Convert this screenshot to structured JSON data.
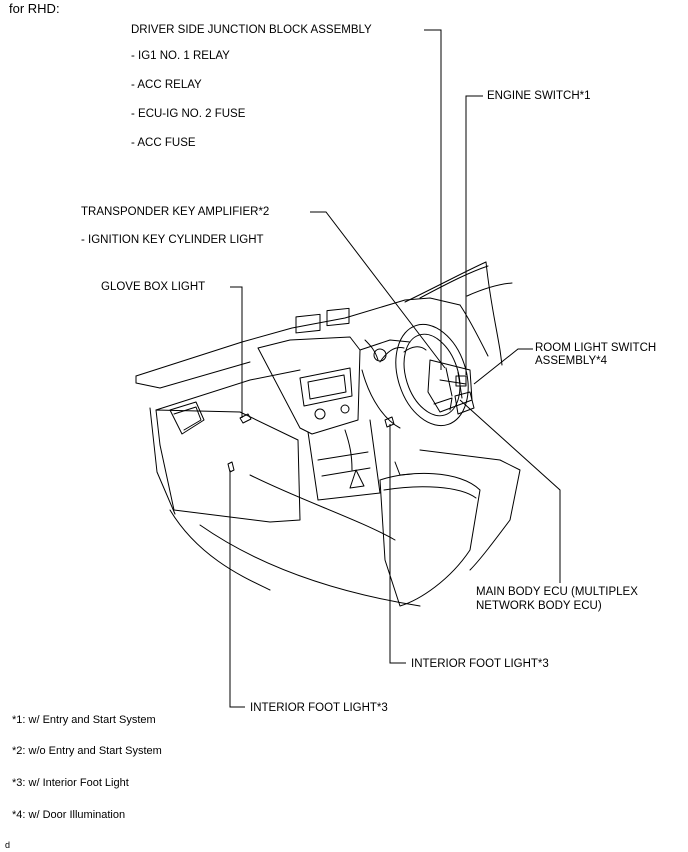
{
  "header": {
    "title": "for RHD:"
  },
  "labels": {
    "junction_block": "DRIVER SIDE JUNCTION BLOCK ASSEMBLY",
    "junction_items": [
      "- IG1 NO. 1 RELAY",
      "- ACC RELAY",
      "- ECU-IG NO. 2 FUSE",
      "- ACC FUSE"
    ],
    "engine_switch": "ENGINE SWITCH*1",
    "transponder": "TRANSPONDER KEY AMPLIFIER*2",
    "ignition_light": "- IGNITION KEY CYLINDER LIGHT",
    "glove_box": "GLOVE BOX LIGHT",
    "room_light_switch_1": "ROOM LIGHT SWITCH",
    "room_light_switch_2": "ASSEMBLY*4",
    "main_body_ecu_1": "MAIN BODY ECU (MULTIPLEX",
    "main_body_ecu_2": "NETWORK BODY ECU)",
    "foot_light_right": "INTERIOR FOOT LIGHT*3",
    "foot_light_left": "INTERIOR FOOT LIGHT*3"
  },
  "notes": [
    "*1: w/ Entry and Start System",
    "*2: w/o Entry and Start System",
    "*3: w/ Interior Foot Light",
    "*4: w/ Door Illumination"
  ],
  "footer": {
    "code": "d"
  }
}
